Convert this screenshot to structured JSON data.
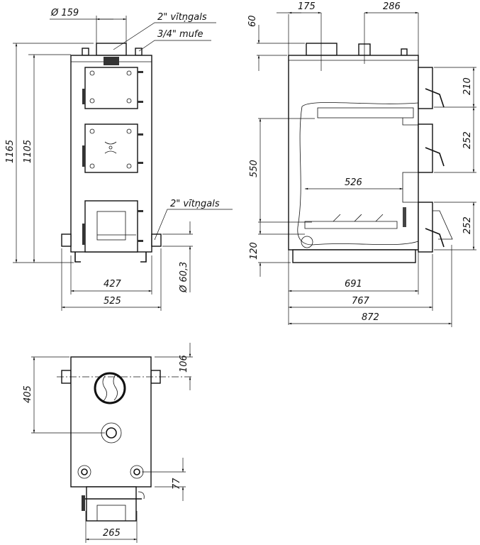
{
  "front_view": {
    "dims": {
      "chimney_diameter": "Ø 159",
      "total_height": "1165",
      "body_height": "1105",
      "body_width": "427",
      "overall_width": "525",
      "pipe_diameter": "Ø 60,3"
    },
    "labels": {
      "top_thread": "2\" vītņgals",
      "top_socket": "3/4\" mufe",
      "side_thread": "2\" vītņgals"
    }
  },
  "side_view": {
    "dims": {
      "top_offset": "60",
      "chimney_offset": "175",
      "fitting_offset": "286",
      "chamber_height": "550",
      "base_height": "120",
      "chamber_depth": "526",
      "door_top": "210",
      "door_middle": "252",
      "door_bottom": "252",
      "body_depth": "691",
      "depth_with_doors": "767",
      "overall_depth": "872"
    }
  },
  "top_view": {
    "dims": {
      "pipe_offset": "106",
      "center_offset": "405",
      "bottom_offset": "77",
      "burner_width": "265"
    }
  }
}
